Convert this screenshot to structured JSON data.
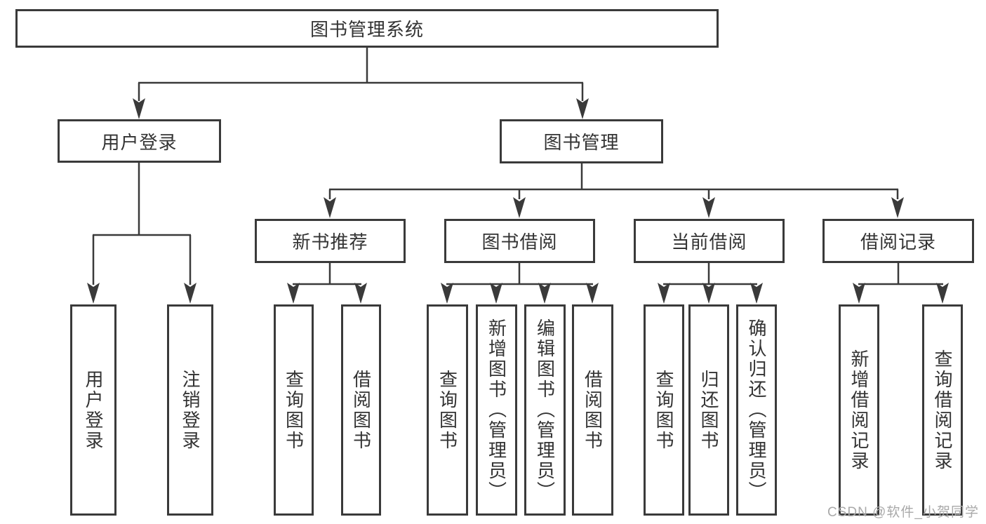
{
  "tree": {
    "root": "图书管理系统",
    "branches": [
      {
        "label": "用户登录",
        "children": [
          "用户登录",
          "注销登录"
        ]
      },
      {
        "label": "图书管理",
        "groups": [
          {
            "label": "新书推荐",
            "children": [
              "查询图书",
              "借阅图书"
            ]
          },
          {
            "label": "图书借阅",
            "children": [
              "查询图书",
              "新增图书（管理员）",
              "编辑图书（管理员）",
              "借阅图书"
            ]
          },
          {
            "label": "当前借阅",
            "children": [
              "查询图书",
              "归还图书",
              "确认归还（管理员）"
            ]
          },
          {
            "label": "借阅记录",
            "children": [
              "新增借阅记录",
              "查询借阅记录"
            ]
          }
        ]
      }
    ]
  },
  "watermark": {
    "text": "CSDN @软件_小贺同学"
  },
  "colors": {
    "line": "#3a3a3a",
    "box_border": "#3a3a3a",
    "box_fill": "#ffffff",
    "text": "#333333",
    "watermark": "#a9a9a9",
    "background": "#ffffff"
  }
}
